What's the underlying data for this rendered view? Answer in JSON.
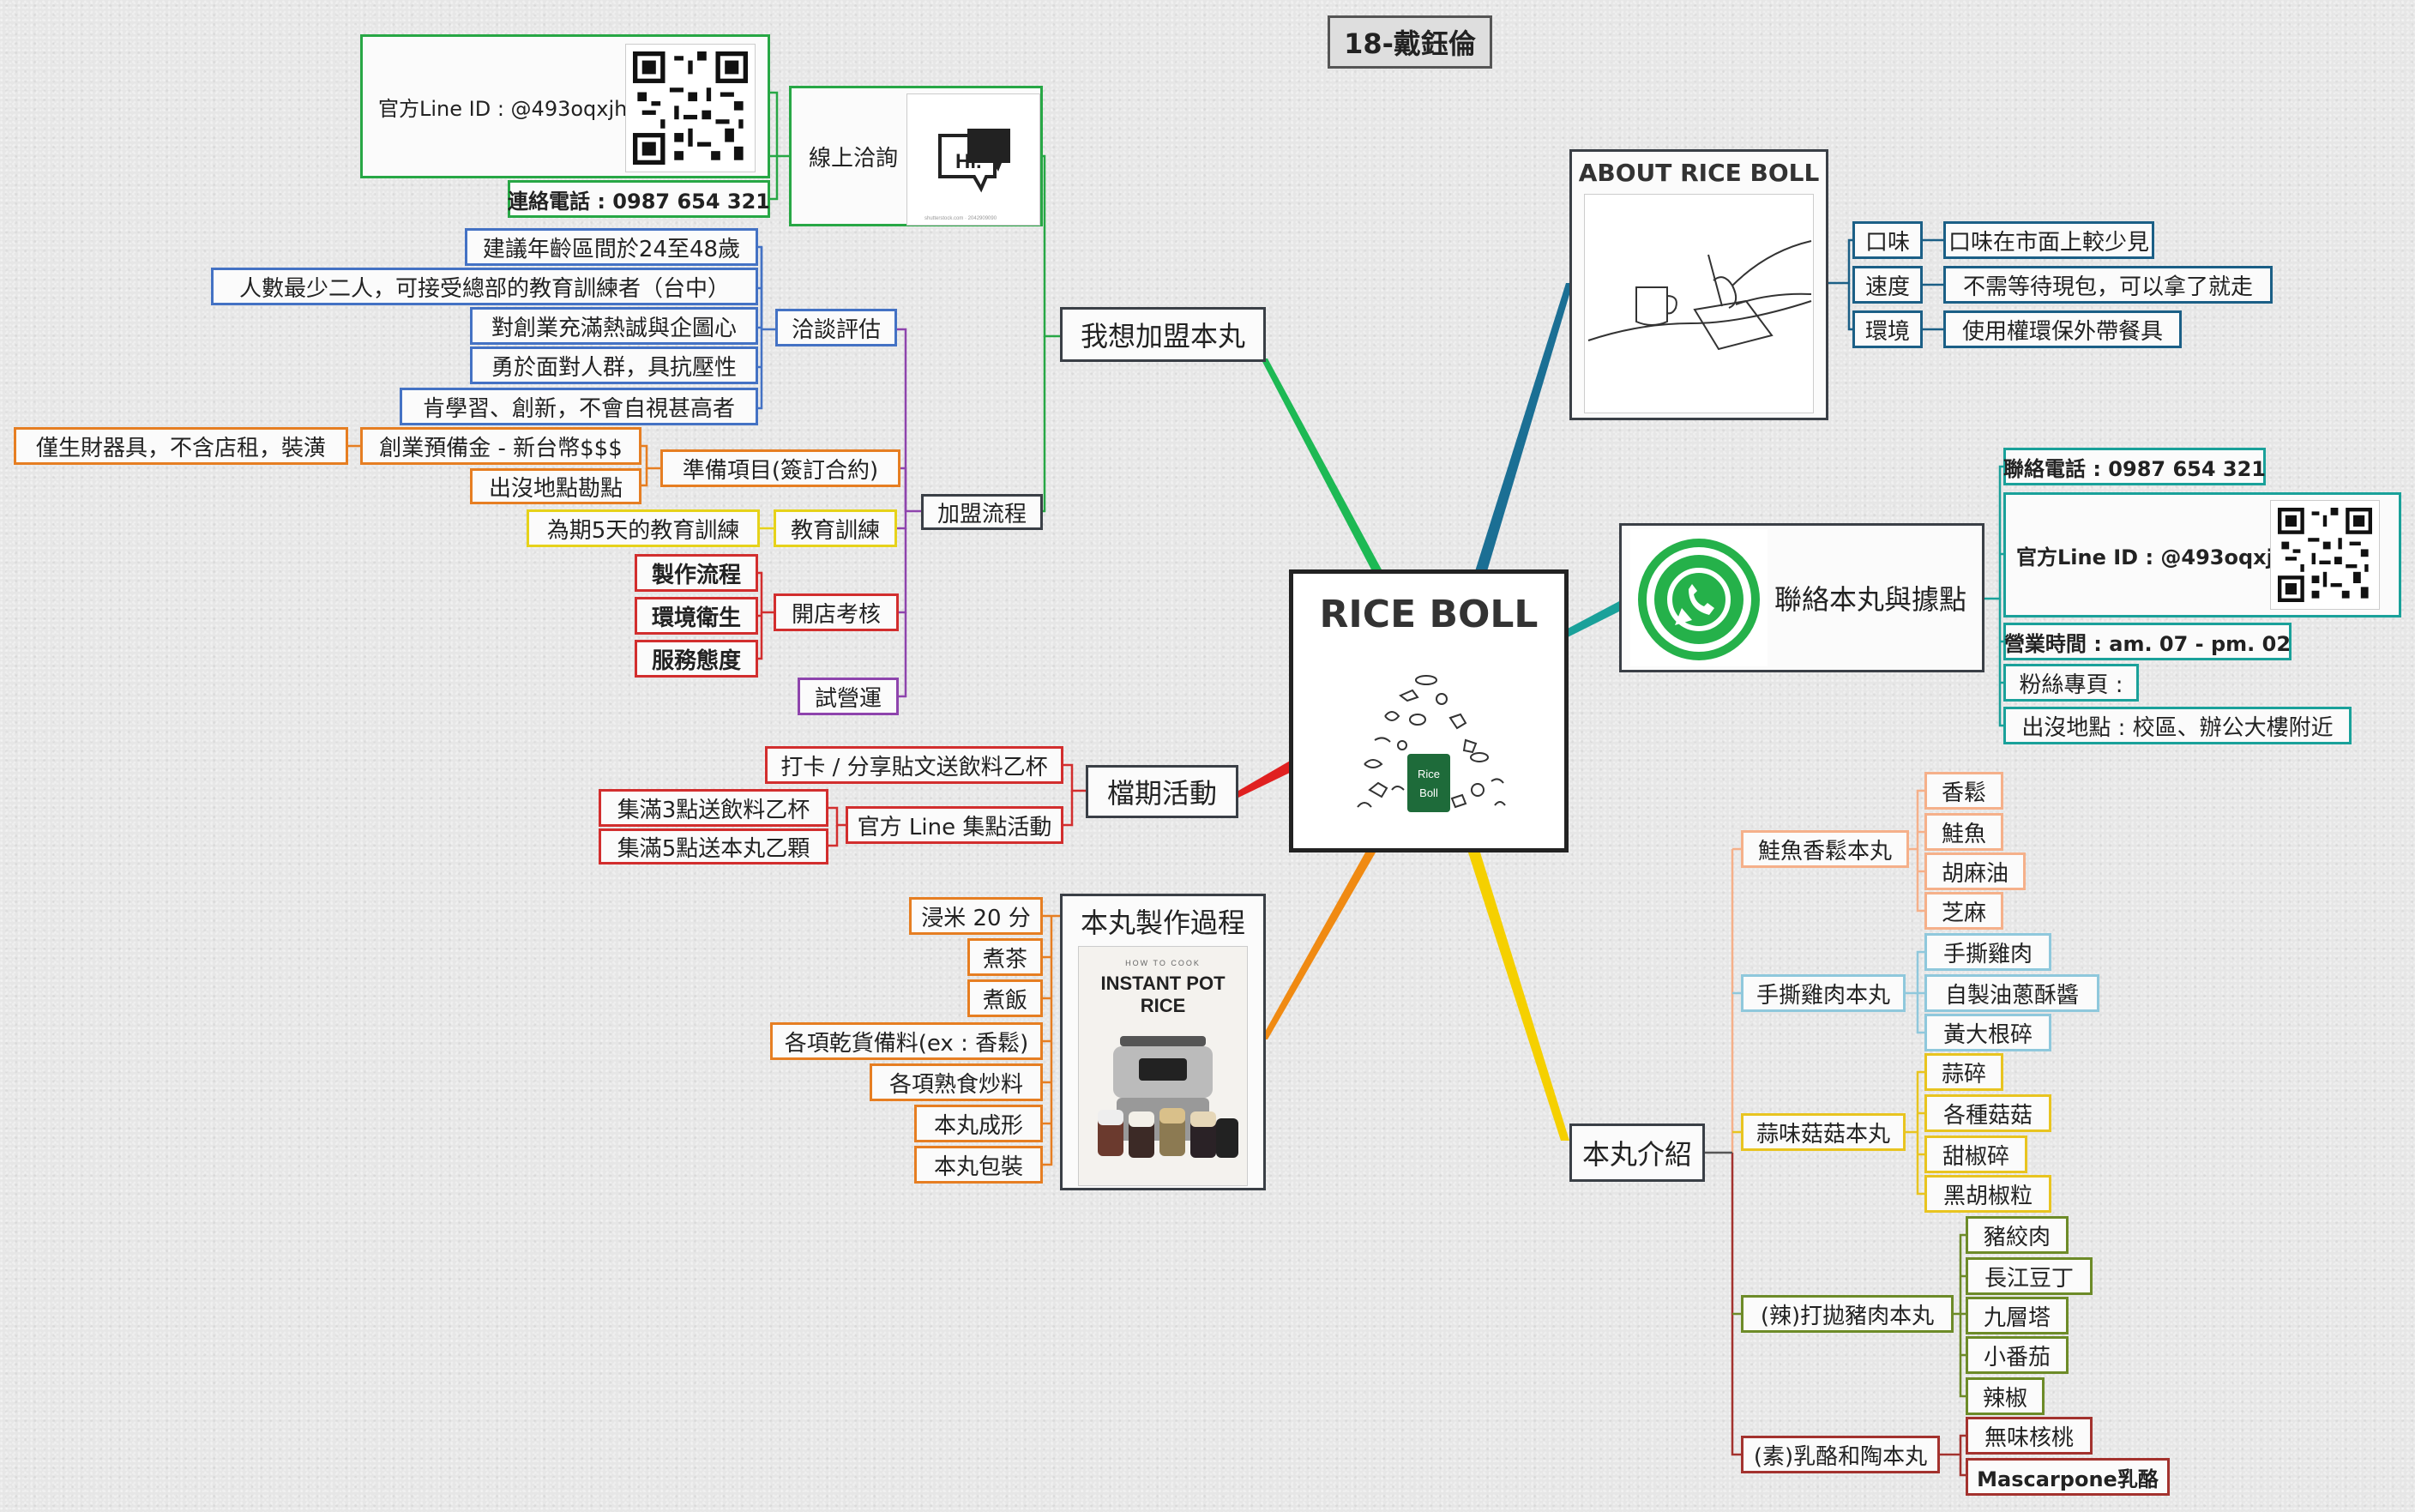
{
  "title": "18-戴鈺倫",
  "center": {
    "title": "RICE BOLL",
    "logo_text_1": "Rice",
    "logo_text_2": "Boll"
  },
  "join": {
    "label": "我想加盟本丸",
    "online": {
      "label": "線上洽詢",
      "line_id": "官方Line ID : @493oqxjh",
      "phone": "連絡電話 : 0987 654 321",
      "image_caption": "shutterstock.com · 2042909090",
      "hi_text": "Hi."
    },
    "process": {
      "label": "加盟流程",
      "assessment": {
        "label": "洽談評估",
        "items": [
          "建議年齡區間於24至48歲",
          "人數最少二人，可接受總部的教育訓練者（台中）",
          "對創業充滿熱誠與企圖心",
          "勇於面對人群，具抗壓性",
          "肯學習、創新，不會自視甚高者"
        ]
      },
      "prep": {
        "label": "準備項目(簽訂合約)",
        "fund": "創業預備金 - 新台幣$$$",
        "fund_note": "僅生財器具，不含店租，裝潢",
        "site": "出沒地點勘點"
      },
      "training": {
        "label": "教育訓練",
        "detail": "為期5天的教育訓練"
      },
      "opening": {
        "label": "開店考核",
        "items": [
          "製作流程",
          "環境衛生",
          "服務態度"
        ]
      },
      "trial": "試營運"
    }
  },
  "events": {
    "label": "檔期活動",
    "checkin": "打卡 / 分享貼文送飲料乙杯",
    "points": {
      "label": "官方 Line 集點活動",
      "items": [
        "集滿3點送飲料乙杯",
        "集滿5點送本丸乙顆"
      ]
    }
  },
  "making": {
    "label": "本丸製作過程",
    "book_small": "HOW TO COOK",
    "book_title_1": "INSTANT POT",
    "book_title_2": "RICE",
    "steps": [
      "浸米 20 分",
      "煮茶",
      "煮飯",
      "各項乾貨備料(ex : 香鬆)",
      "各項熟食炒料",
      "本丸成形",
      "本丸包裝"
    ]
  },
  "about": {
    "label": "ABOUT RICE BOLL",
    "items": [
      {
        "key": "口味",
        "value": "口味在市面上較少見"
      },
      {
        "key": "速度",
        "value": "不需等待現包，可以拿了就走"
      },
      {
        "key": "環境",
        "value": "使用權環保外帶餐具"
      }
    ]
  },
  "contact": {
    "label": "聯絡本丸與據點",
    "phone": "聯絡電話 : 0987 654 321",
    "line_id": "官方Line ID : @493oqxjh",
    "hours": "營業時間 : am. 07 - pm. 02",
    "fans": "粉絲專頁 :",
    "location": "出沒地點 : 校區、辦公大樓附近"
  },
  "intro": {
    "label": "本丸介紹",
    "products": [
      {
        "name": "鮭魚香鬆本丸",
        "items": [
          "香鬆",
          "鮭魚",
          "胡麻油",
          "芝麻"
        ]
      },
      {
        "name": "手撕雞肉本丸",
        "items": [
          "手撕雞肉",
          "自製油蔥酥醬",
          "黃大根碎"
        ]
      },
      {
        "name": "蒜味菇菇本丸",
        "items": [
          "蒜碎",
          "各種菇菇",
          "甜椒碎",
          "黑胡椒粒"
        ]
      },
      {
        "name": "(辣)打拋豬肉本丸",
        "items": [
          "豬絞肉",
          "長江豆丁",
          "九層塔",
          "小番茄",
          "辣椒"
        ]
      },
      {
        "name": "(素)乳酪和陶本丸",
        "items": [
          "無味核桃",
          "Mascarpone乳酪"
        ]
      }
    ]
  },
  "colors": {
    "green": "#27a745",
    "teal": "#1aa19a",
    "navy": "#1b5f86",
    "yellow": "#e8c420",
    "orange": "#e67e22",
    "red": "#d22e2e",
    "blue": "#4472c4",
    "purple": "#8e44ad"
  }
}
